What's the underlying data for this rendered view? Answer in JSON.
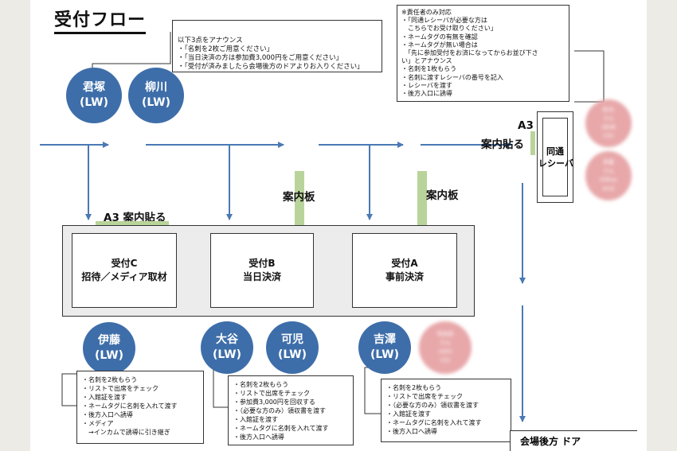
{
  "title": "受付フロー",
  "top_note": {
    "lines": [
      "以下3点をアナウンス",
      "・「名刺を2枚ご用意ください」",
      "・「当日決済の方は参加費3,000円をご用意ください」",
      "・「受付が済みましたら会場後方のドアよりお入りください」"
    ]
  },
  "right_note": {
    "lines": [
      "※責任者のみ対応",
      "・「同通レシーバが必要な方は",
      "　こちらでお受け取りください」",
      "・ネームタグの有無を確認",
      "・ネームタグが無い場合は",
      "　「先に参加受付をお済になってからお並び下さ",
      "い」とアナウンス",
      "・名刺を1枚もらう",
      "・名刺に渡すレシーバの番号を記入",
      "・レシーバを渡す",
      "・後方入口に誘導"
    ]
  },
  "staff": {
    "kimizuka": {
      "name": "君塚",
      "tag": "(LW)"
    },
    "yanagawa": {
      "name": "柳川",
      "tag": "(LW)"
    },
    "ito": {
      "name": "伊藤",
      "tag": "(LW)"
    },
    "otani": {
      "name": "大谷",
      "tag": "(LW)"
    },
    "kani": {
      "name": "可児",
      "tag": "(LW)"
    },
    "yoshizawa": {
      "name": "吉澤",
      "tag": "(LW)"
    }
  },
  "blurred_staff": {
    "top": [
      "鈴木",
      "さん",
      "(BOB",
      "CD)"
    ],
    "middle": [
      "斉藤",
      "さん",
      "(Dfkac",
      "ana)"
    ],
    "bottom": [
      "常泉原",
      "さん",
      "(AOV",
      "CS)"
    ]
  },
  "desks": {
    "c": {
      "line1": "受付C",
      "line2": "招待／メディア取材"
    },
    "b": {
      "line1": "受付B",
      "line2": "当日決済"
    },
    "a": {
      "line1": "受付A",
      "line2": "事前決済"
    }
  },
  "labels": {
    "a3_left": "A3 案内貼る",
    "a3_right_1": "A3",
    "a3_right_2": "案内貼る",
    "sign_1": "案内板",
    "sign_2": "案内板",
    "receiver_1": "同通",
    "receiver_2": "レシーバ",
    "door": "会場後方 ドア"
  },
  "note_c": {
    "lines": [
      "・名刺を2枚もらう",
      "・リストで出席をチェック",
      "・入館証を渡す",
      "・ネームタグに名刺を入れて渡す",
      "・後方入口へ誘導",
      "・メディア",
      "　→インカムで誘導に引き継ぎ"
    ]
  },
  "note_b": {
    "lines": [
      "・名刺を2枚もらう",
      "・リストで出席をチェック",
      "・参加費3,000円を回収する",
      "・（必要な方のみ）領収書を渡す",
      "・入館証を渡す",
      "・ネームタグに名刺を入れて渡す",
      "・後方入口へ誘導"
    ]
  },
  "note_a": {
    "lines": [
      "・名刺を2枚もらう",
      "・リストで出席をチェック",
      "・（必要な方のみ）領収書を渡す",
      "・入館証を渡す",
      "・ネームタグに名刺を入れて渡す",
      "・後方入口へ誘導"
    ]
  },
  "colors": {
    "staff_circle": "#3e6ea9",
    "arrow": "#4a79b4",
    "green": "#b9d49a",
    "blurred_circle": "#e8a8aa"
  }
}
